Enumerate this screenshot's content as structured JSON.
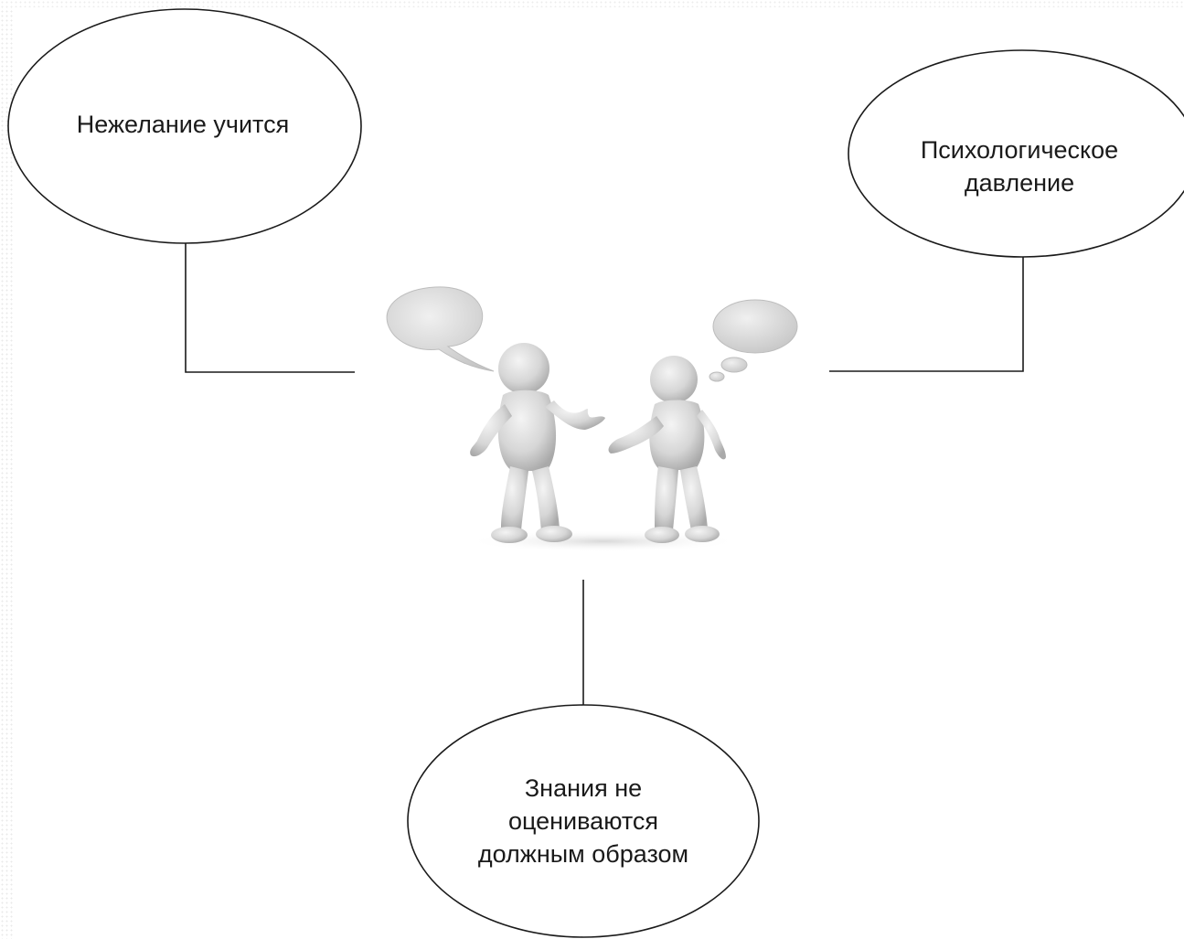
{
  "diagram": {
    "nodes": [
      {
        "id": "left",
        "label": "Нежелание учится"
      },
      {
        "id": "right",
        "label": "Психологическое\nдавление"
      },
      {
        "id": "bottom",
        "label": "Знания не\nоцениваются\nдолжным образом"
      }
    ],
    "center_image": "two-people-talking-illustration",
    "edges": [
      {
        "from": "center",
        "to": "left"
      },
      {
        "from": "center",
        "to": "right"
      },
      {
        "from": "center",
        "to": "bottom"
      }
    ],
    "colors": {
      "stroke": "#1a1a1a",
      "figure": "#d8d8d8",
      "bubble": "#dcdcdc"
    }
  }
}
